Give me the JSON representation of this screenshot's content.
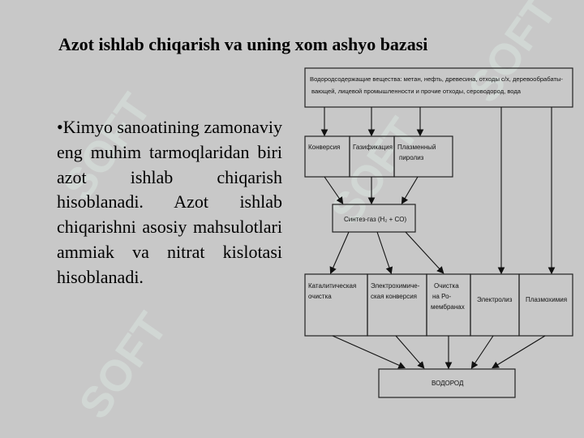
{
  "slide": {
    "title": "Azot ishlab chiqarish va uning xom ashyo bazasi",
    "bullet": {
      "mark": "•",
      "text": "Kimyo sanoatining zamonaviy eng muhim tarmoqlaridan biri azot ishlab chiqarish hisoblanadi. Azot ishlab chiqarishni asosiy mahsulotlari ammiak va nitrat kislotasi hisoblanadi."
    }
  },
  "diagram": {
    "top_box": {
      "line1": "Водородсодержащие вещества: метан, нефть, древесина, отходы с/х, деревообрабаты-",
      "line2": "вающей, лицевой промышленности и прочие отходы, сероводород, вода"
    },
    "process_boxes": [
      "Конверсия",
      "Газификация",
      "Плазменный пиролиз"
    ],
    "syngas_box": "Синтез-газ (H₂ + CO)",
    "method_boxes": [
      "Каталитическая очистка",
      "Электрохимиче-ская конверсия",
      "Очистка на Ро-мембранах",
      "Электролиз",
      "Плазмохимия"
    ],
    "result_box": "ВОДОРОД"
  },
  "watermark": {
    "text": "SOFT"
  }
}
